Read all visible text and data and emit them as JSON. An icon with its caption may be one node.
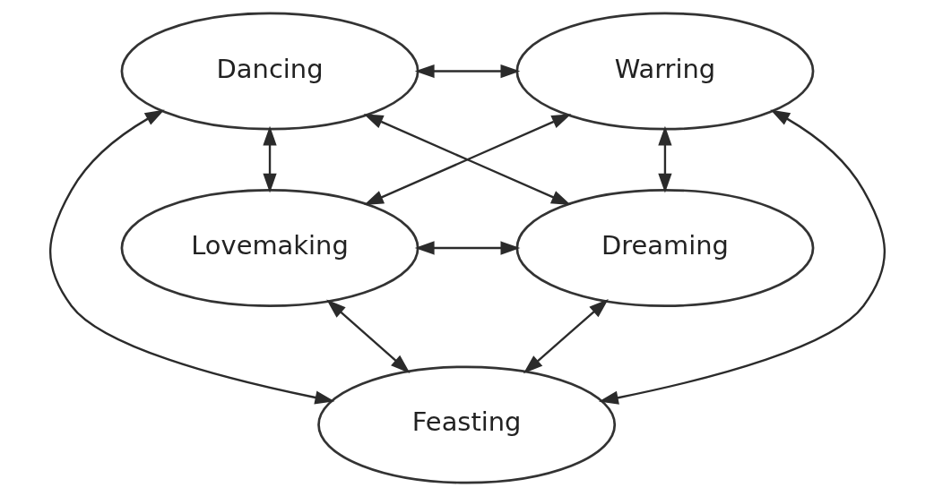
{
  "diagram": {
    "nodes": [
      {
        "text": [
          "Warring"
        ]
      },
      {
        "text": [
          "Dancing"
        ]
      },
      {
        "text": [
          "Lovemaking"
        ]
      },
      {
        "text": [
          "Dreaming"
        ]
      },
      {
        "text": [
          "Feasting"
        ]
      }
    ],
    "edges": [
      {
        "from": 2,
        "to": 0,
        "arrow": "both"
      },
      {
        "from": 1,
        "to": 0,
        "arrow": "both"
      },
      {
        "from": 4,
        "to": 0,
        "arrow": "both"
      },
      {
        "from": 0,
        "to": 3,
        "arrow": "both"
      },
      {
        "from": 1,
        "to": 2,
        "arrow": "both"
      },
      {
        "from": 1,
        "to": 3,
        "arrow": "both"
      },
      {
        "from": 1,
        "to": 4,
        "arrow": "both"
      },
      {
        "from": 2,
        "to": 3,
        "arrow": "both"
      },
      {
        "from": 2,
        "to": 4,
        "arrow": "both"
      },
      {
        "from": 4,
        "to": 3,
        "arrow": "both"
      }
    ]
  }
}
